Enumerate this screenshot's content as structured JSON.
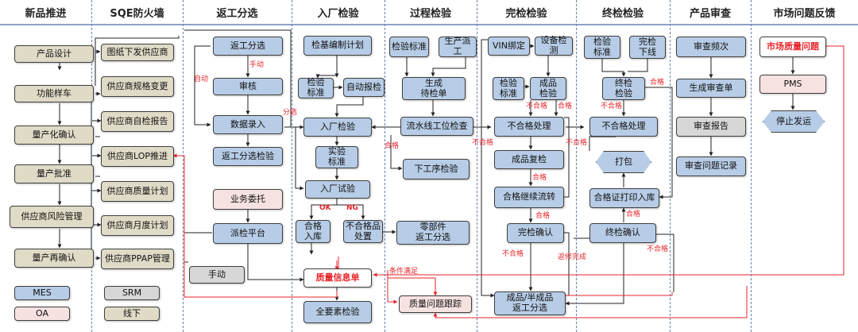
{
  "headers": [
    "新品推进",
    "SQE防火墙",
    "返工分选",
    "入厂检验",
    "过程检验",
    "完检检验",
    "终检检验",
    "产品审查",
    "市场问题反馈"
  ],
  "new_product": [
    "产品设计",
    "功能样车",
    "量产化确认",
    "量产批准",
    "供应商风险管理",
    "量产再确认"
  ],
  "sqe": [
    "图纸下发供应商",
    "供应商规格变更",
    "供应商自检报告",
    "供应商LOP推进",
    "供应商质量计划",
    "供应商月度计划",
    "供应商PPAP管理"
  ],
  "rework": {
    "sort": "返工分选",
    "audit": "审核",
    "entry": "数据录入",
    "sortcheck": "返工分选检验",
    "biz": "业务委托",
    "dispatch": "派检平台",
    "manual": "手动"
  },
  "incoming": {
    "plan": "检基编制计划",
    "std": "检验\n标准",
    "auto": "自动报检",
    "inspect": "入厂检验",
    "expstd": "实验\n标准",
    "trial": "入厂试验",
    "pass_in": "合格\n入库",
    "ng_handle": "不合格品\n处置",
    "quality_info": "质量信息单",
    "all_elem": "全要素检验"
  },
  "process": {
    "std": "检验标准",
    "dispatch": "生产派工",
    "gen": "生成\n待检单",
    "line": "流水线工位检查",
    "next": "下工序检验",
    "parts": "零部件\n返工分选",
    "tracking": "质量问题跟踪"
  },
  "final_check": {
    "vin": "VIN绑定",
    "device": "设备检测",
    "std": "检验\n标准",
    "product": "成品\n检验",
    "ng": "不合格处理",
    "recheck": "成品复检",
    "pass_flow": "合格继续流转",
    "confirm": "完检确认",
    "rework_sort": "成品/半成品\n返工分选"
  },
  "end_check": {
    "std": "检验\n标准",
    "offline": "完检\n下线",
    "inspect": "终检\n检验",
    "ng": "不合格处理",
    "pack": "打包",
    "print": "合格证打印入库",
    "confirm": "终检确认"
  },
  "review": [
    "审查频次",
    "生成审查单",
    "审查报告",
    "审查问题记录"
  ],
  "market": [
    "市场质量问题",
    "PMS",
    "停止发运"
  ],
  "legend": [
    "MES",
    "SRM",
    "OA",
    "线下"
  ],
  "labels": {
    "manual": "手动",
    "auto": "自动",
    "sort": "分选",
    "ok": "OK",
    "ng": "NG",
    "pass": "合格",
    "fail": "不合格",
    "condition": "条件满足",
    "rework_done": "返修完成"
  },
  "colors": {
    "tan": "#e0dbc7",
    "blue": "#b7cce6",
    "gray": "#d7d7d7",
    "pink": "#f7e2e2",
    "red": "#e8262b"
  }
}
